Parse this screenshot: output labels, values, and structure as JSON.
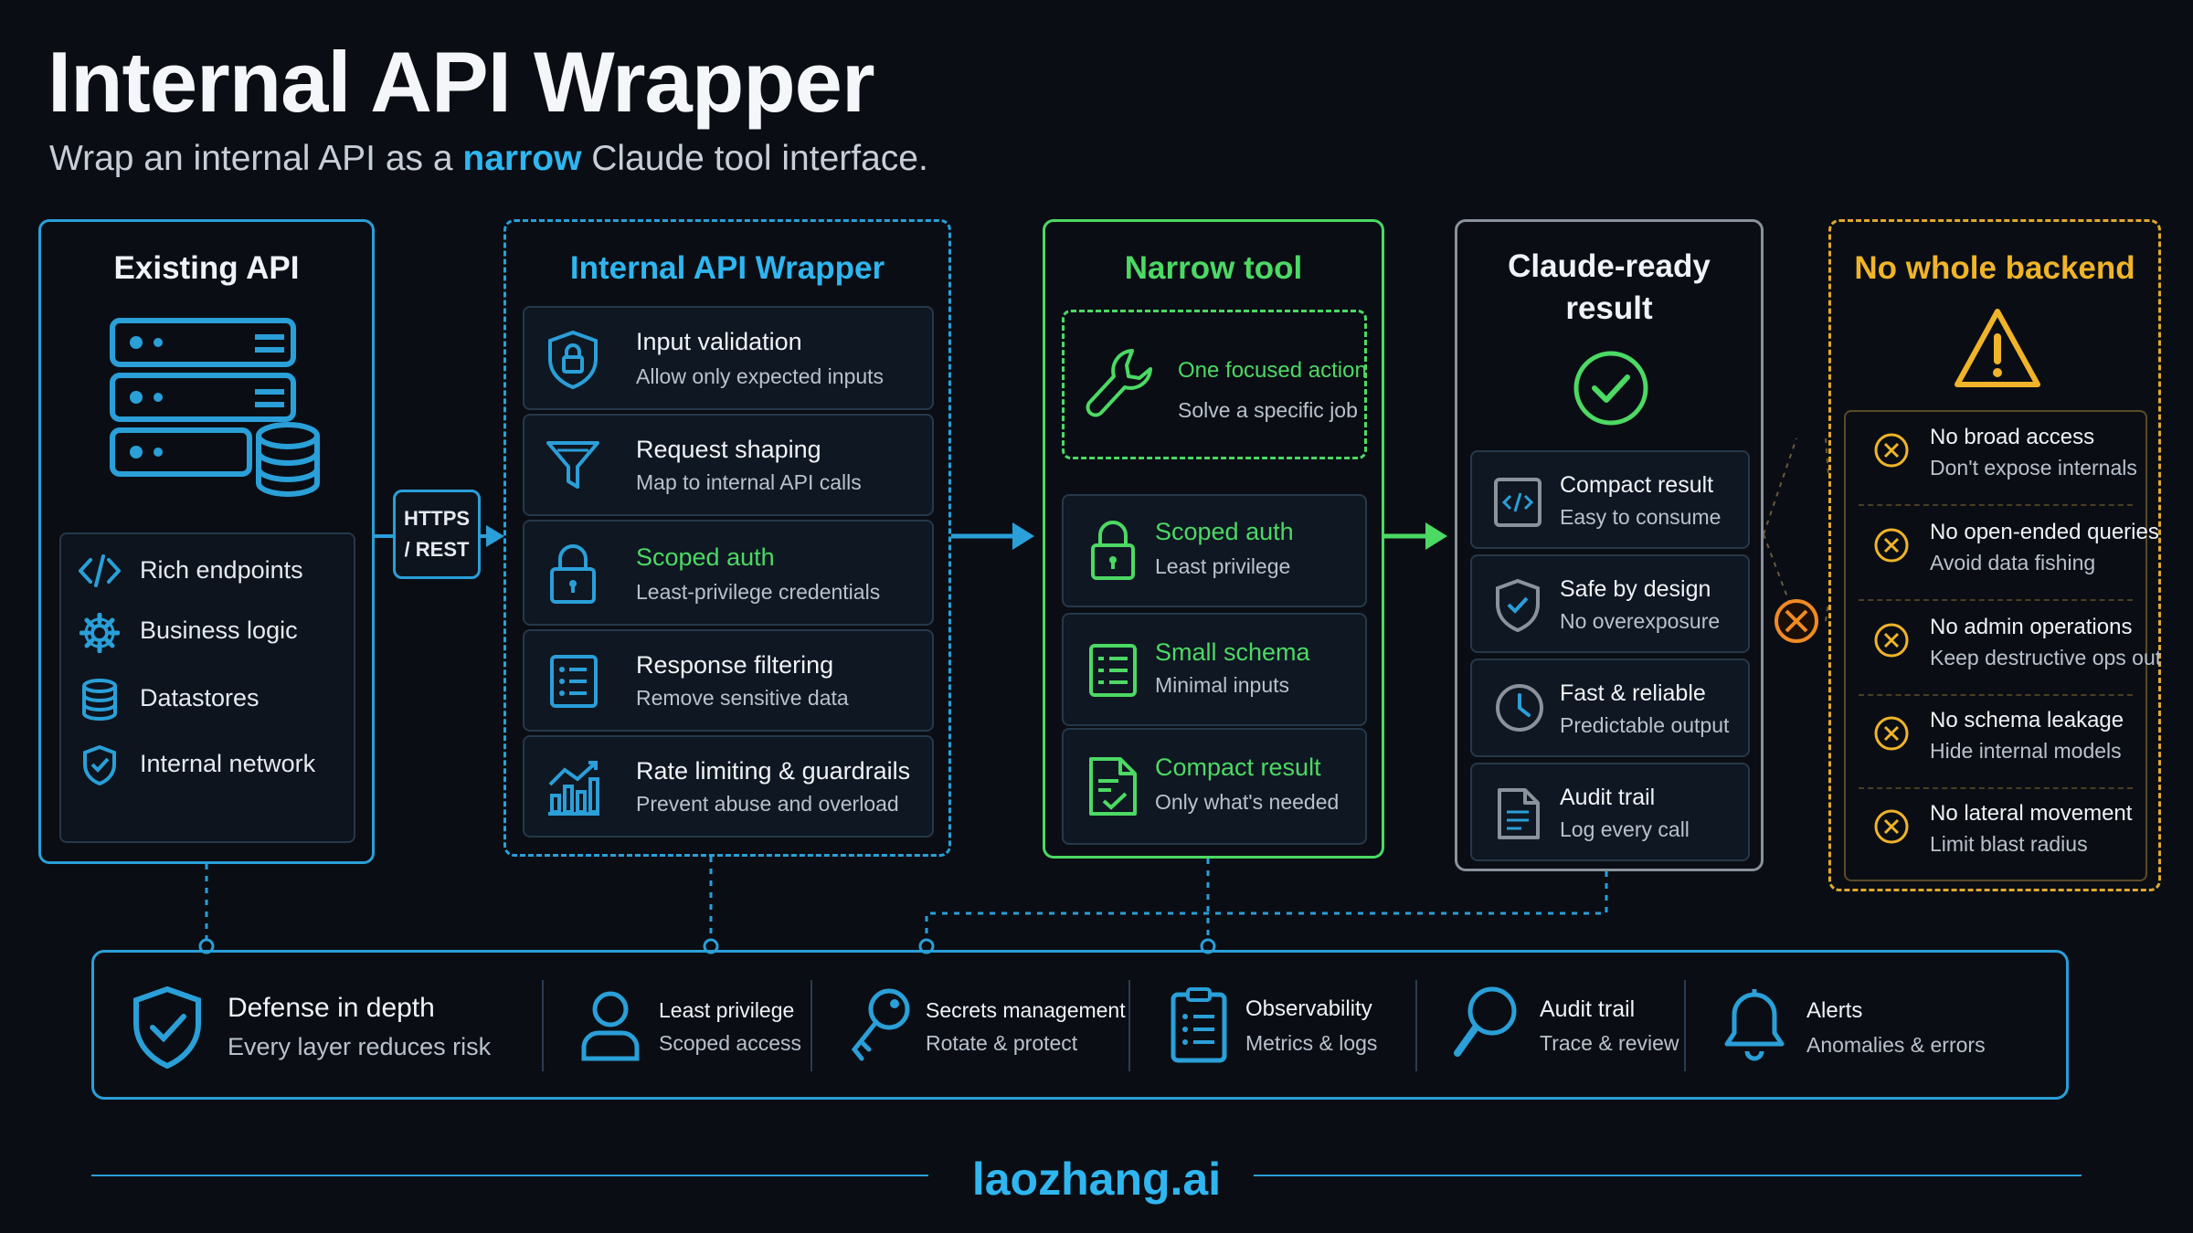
{
  "title": "Internal API Wrapper",
  "subtitle": {
    "prefix": "Wrap an internal API as a",
    "accent": "narrow",
    "suffix": "Claude tool interface."
  },
  "colors": {
    "blue": "#2a9fd8",
    "green": "#4cd964",
    "gray": "#8a929c",
    "amber": "#e0a82e",
    "orange": "#f08a24"
  },
  "existing_api": {
    "title": "Existing API",
    "icon": "server-database-icon",
    "items": [
      {
        "label": "Rich endpoints",
        "icon": "code-icon"
      },
      {
        "label": "Business logic",
        "icon": "gear-icon"
      },
      {
        "label": "Datastores",
        "icon": "database-icon"
      },
      {
        "label": "Internal network",
        "icon": "shield-check-icon"
      }
    ]
  },
  "connector": {
    "label_line1": "HTTPS",
    "label_line2": "/ REST"
  },
  "wrapper": {
    "title": "Internal API Wrapper",
    "items": [
      {
        "title": "Input validation",
        "desc": "Allow only expected inputs",
        "icon": "shield-lock-icon"
      },
      {
        "title": "Request shaping",
        "desc": "Map to internal API calls",
        "icon": "funnel-icon"
      },
      {
        "title": "Scoped auth",
        "desc": "Least-privilege credentials",
        "icon": "padlock-icon"
      },
      {
        "title": "Response filtering",
        "desc": "Remove sensitive data",
        "icon": "list-icon"
      },
      {
        "title": "Rate limiting & guardrails",
        "desc": "Prevent abuse and overload",
        "icon": "bar-chart-icon"
      }
    ]
  },
  "narrow_tool": {
    "title": "Narrow tool",
    "focus": {
      "title": "One focused action",
      "desc": "Solve a specific job",
      "icon": "wrench-icon"
    },
    "items": [
      {
        "title": "Scoped auth",
        "desc": "Least privilege",
        "icon": "padlock-icon"
      },
      {
        "title": "Small schema",
        "desc": "Minimal inputs",
        "icon": "form-icon"
      },
      {
        "title": "Compact result",
        "desc": "Only what's needed",
        "icon": "document-check-icon"
      }
    ]
  },
  "result": {
    "title_line1": "Claude-ready",
    "title_line2": "result",
    "icon": "check-circle-icon",
    "items": [
      {
        "title": "Compact result",
        "desc": "Easy to consume",
        "icon": "code-file-icon"
      },
      {
        "title": "Safe by design",
        "desc": "No overexposure",
        "icon": "shield-check-icon"
      },
      {
        "title": "Fast & reliable",
        "desc": "Predictable output",
        "icon": "clock-icon"
      },
      {
        "title": "Audit trail",
        "desc": "Log every call",
        "icon": "document-icon"
      }
    ]
  },
  "no_backend": {
    "title": "No whole backend",
    "icon": "warning-icon",
    "items": [
      {
        "title": "No broad access",
        "desc": "Don't expose internals"
      },
      {
        "title": "No open-ended queries",
        "desc": "Avoid data fishing"
      },
      {
        "title": "No admin operations",
        "desc": "Keep destructive ops out"
      },
      {
        "title": "No schema leakage",
        "desc": "Hide internal models"
      },
      {
        "title": "No lateral movement",
        "desc": "Limit blast radius"
      }
    ]
  },
  "footer": [
    {
      "title": "Defense in depth",
      "desc": "Every layer reduces risk",
      "icon": "shield-check-icon"
    },
    {
      "title": "Least privilege",
      "desc": "Scoped access",
      "icon": "user-icon"
    },
    {
      "title": "Secrets management",
      "desc": "Rotate & protect",
      "icon": "key-icon"
    },
    {
      "title": "Observability",
      "desc": "Metrics & logs",
      "icon": "clipboard-icon"
    },
    {
      "title": "Audit trail",
      "desc": "Trace & review",
      "icon": "magnifier-icon"
    },
    {
      "title": "Alerts",
      "desc": "Anomalies & errors",
      "icon": "bell-icon"
    }
  ],
  "brand": "laozhang.ai"
}
